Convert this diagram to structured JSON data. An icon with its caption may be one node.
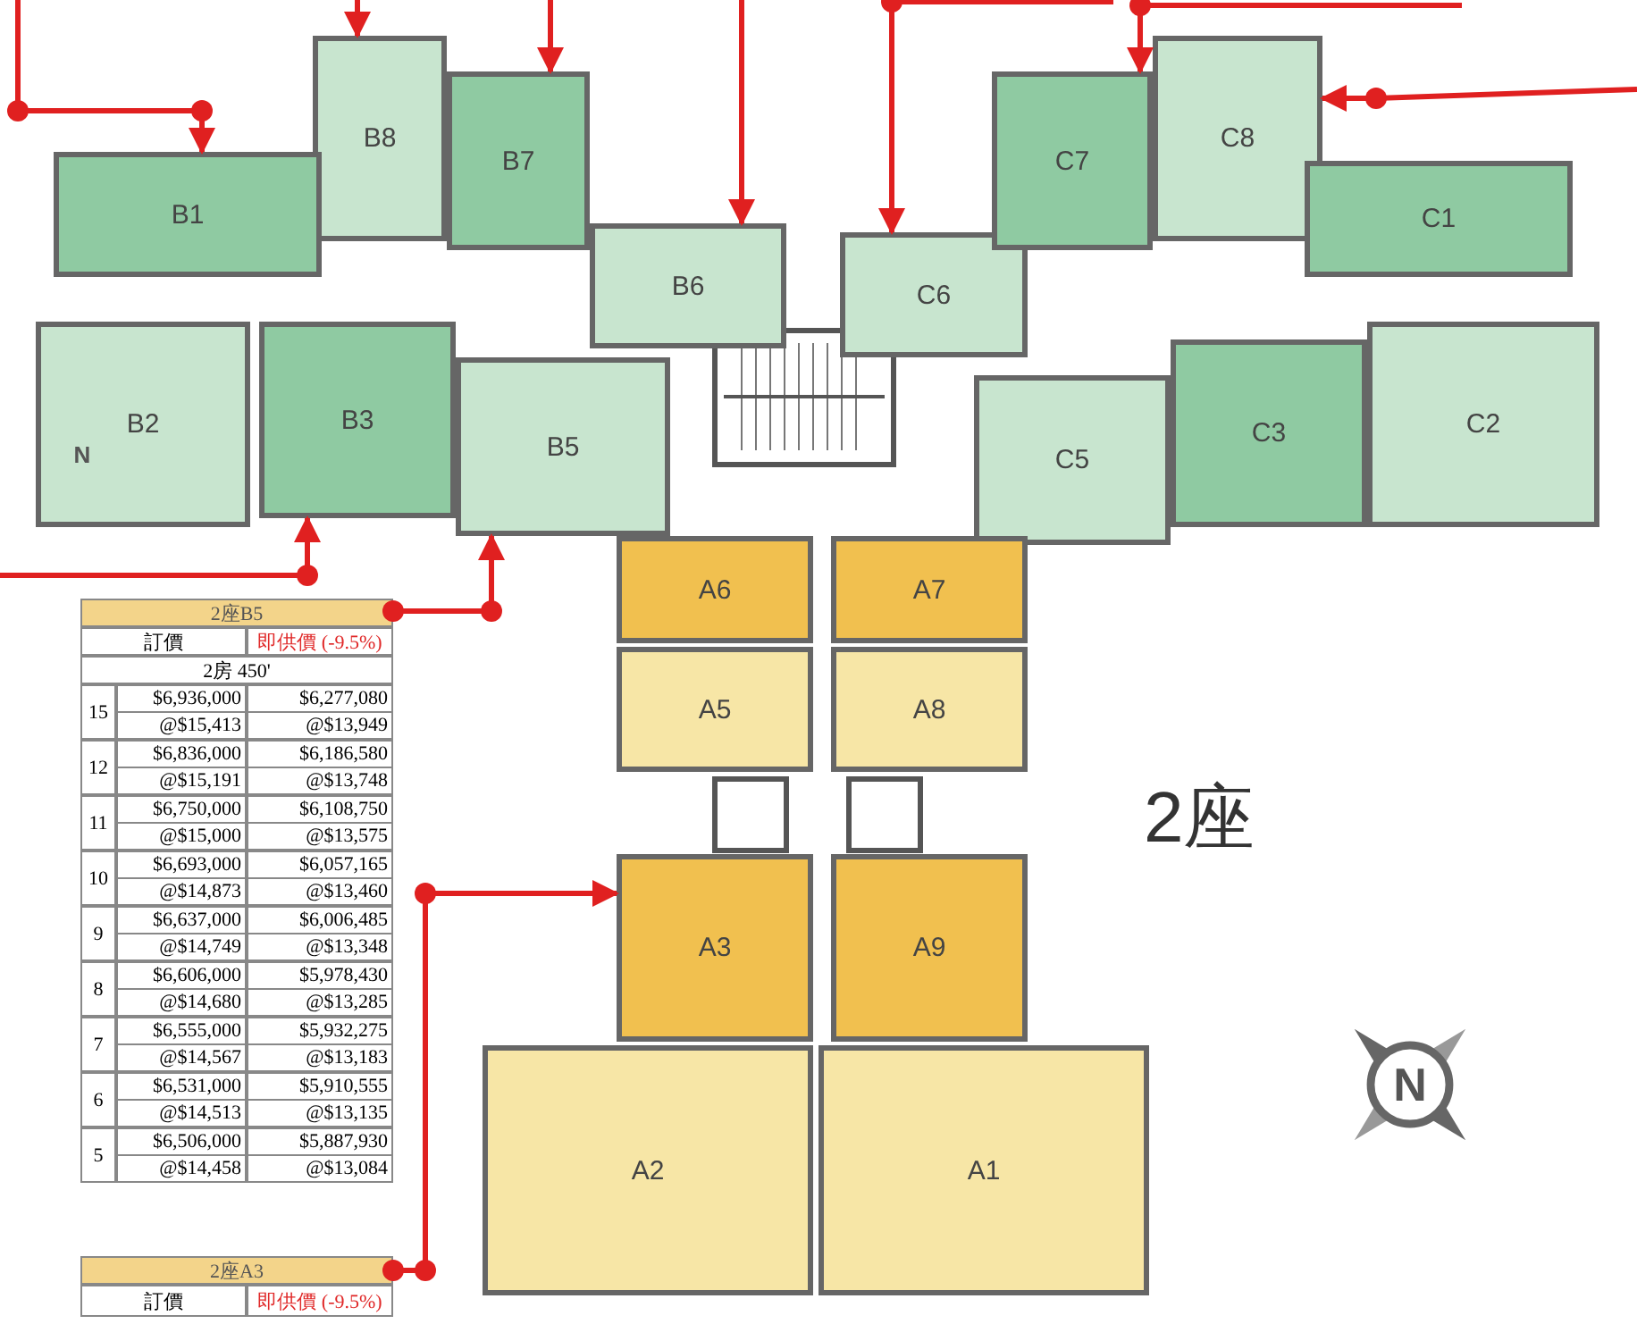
{
  "diagram": {
    "nodes": [
      {
        "text": [
          "B8"
        ]
      },
      {
        "text": [
          "B7"
        ]
      },
      {
        "text": [
          "B1"
        ]
      },
      {
        "text": [
          "B6"
        ]
      },
      {
        "text": [
          "C6"
        ]
      },
      {
        "text": [
          "C7"
        ]
      },
      {
        "text": [
          "C8"
        ]
      },
      {
        "text": [
          "C1"
        ]
      },
      {
        "text": [
          "B2"
        ]
      },
      {
        "text": [
          "B3"
        ]
      },
      {
        "text": [
          "B5"
        ]
      },
      {
        "text": [
          "C5"
        ]
      },
      {
        "text": [
          "C3"
        ]
      },
      {
        "text": [
          "C2"
        ]
      },
      {
        "text": [
          "A6"
        ]
      },
      {
        "text": [
          "A7"
        ]
      },
      {
        "text": [
          "A5"
        ]
      },
      {
        "text": [
          "A8"
        ]
      },
      {
        "text": [
          "2座B5"
        ]
      },
      {
        "text": [
          "A3"
        ]
      },
      {
        "text": [
          "A9"
        ]
      },
      {
        "text": [
          "A2"
        ]
      },
      {
        "text": [
          "A1"
        ]
      },
      {
        "text": [
          "2座A3"
        ]
      }
    ],
    "edges": [
      {
        "from": null,
        "to": 2,
        "arrow": "to"
      },
      {
        "from": null,
        "to": 0,
        "arrow": "to"
      },
      {
        "from": null,
        "to": 1,
        "arrow": "to"
      },
      {
        "from": null,
        "to": 3,
        "arrow": "to"
      },
      {
        "from": null,
        "to": 4,
        "arrow": "to"
      },
      {
        "from": null,
        "to": 5,
        "arrow": "to"
      },
      {
        "from": null,
        "to": 6,
        "arrow": "to"
      },
      {
        "from": null,
        "to": 9,
        "arrow": "to"
      },
      {
        "from": 18,
        "to": 10,
        "arrow": "to"
      },
      {
        "from": 23,
        "to": 19,
        "arrow": "to"
      }
    ],
    "labels": [
      "N",
      "訂價",
      "即供價 (-9.5%)",
      "2房 450'",
      "15",
      "$6,936,000",
      "$6,277,080",
      "@$15,413",
      "@$13,949",
      "12",
      "$6,836,000",
      "$6,186,580",
      "@$15,191",
      "@$13,748",
      "11",
      "$6,750,000",
      "$6,108,750",
      "@$15,000",
      "@$13,575",
      "10",
      "$6,693,000",
      "$6,057,165",
      "@$14,873",
      "@$13,460",
      "9",
      "$6,637,000",
      "$6,006,485",
      "@$14,749",
      "@$13,348",
      "8",
      "$6,606,000",
      "$5,978,430",
      "@$14,680",
      "@$13,285",
      "7",
      "$6,555,000",
      "$5,932,275",
      "@$14,567",
      "@$13,183",
      "6",
      "$6,531,000",
      "$5,910,555",
      "@$14,513",
      "@$13,135",
      "5",
      "$6,506,000",
      "$5,887,930",
      "@$14,458",
      "@$13,084",
      "2座",
      "N",
      "訂價",
      "即供價 (-9.5%)"
    ]
  }
}
